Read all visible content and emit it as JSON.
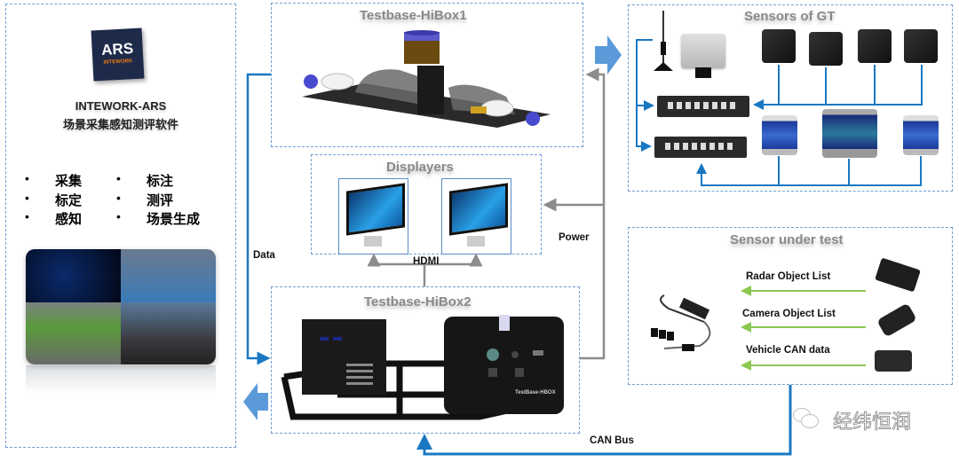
{
  "software_panel": {
    "logo": {
      "main": "ARS",
      "sub": "INTEWORK"
    },
    "product_name": "INTEWORK-ARS",
    "product_subtitle": "场景采集感知测评软件",
    "features_left": [
      "采集",
      "标定",
      "感知"
    ],
    "features_right": [
      "标注",
      "测评",
      "场景生成"
    ],
    "bullet": "•"
  },
  "blocks": {
    "hibox1": {
      "title": "Testbase-HiBox1"
    },
    "displayers": {
      "title": "Displayers"
    },
    "hibox2": {
      "title": "Testbase-HiBox2",
      "device_label": "TestBase-HBOX"
    },
    "sensors_gt": {
      "title": "Sensors of GT"
    },
    "sensor_under_test": {
      "title": "Sensor under test",
      "signals": [
        "Radar Object List",
        "Camera Object List",
        "Vehicle CAN data"
      ]
    }
  },
  "connections": {
    "data": "Data",
    "hdmi": "HDMI",
    "power": "Power",
    "can_bus": "CAN Bus"
  },
  "colors": {
    "data_line": "#1a78c2",
    "power_line": "#8c8c8c",
    "signal_line": "#8cc850",
    "dashed_border": "#6f9fd0",
    "big_arrow": "#5a9ad8",
    "logo_bg": "#1e2a4a",
    "logo_accent": "#f07a10"
  },
  "watermark": {
    "text": "经纬恒润"
  }
}
